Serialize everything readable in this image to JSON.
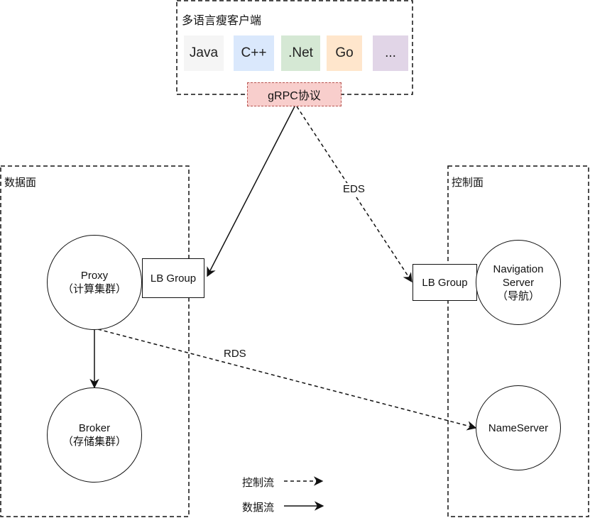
{
  "client_group": {
    "title": "多语言瘦客户端",
    "languages": [
      {
        "label": "Java",
        "color": "#f5f5f5"
      },
      {
        "label": "C++",
        "color": "#dae8fc"
      },
      {
        "label": ".Net",
        "color": "#d5e8d4"
      },
      {
        "label": "Go",
        "color": "#ffe6cc"
      },
      {
        "label": "...",
        "color": "#e1d5e7"
      }
    ],
    "protocol": "gRPC协议"
  },
  "data_plane": {
    "title": "数据面",
    "lb_group": "LB Group",
    "proxy": {
      "name": "Proxy",
      "subtitle": "（计算集群）"
    },
    "broker": {
      "name": "Broker",
      "subtitle": "（存储集群）"
    }
  },
  "control_plane": {
    "title": "控制面",
    "lb_group": "LB Group",
    "navigation": {
      "name1": "Navigation",
      "name2": "Server",
      "subtitle": "（导航）"
    },
    "nameserver": {
      "name": "NameServer"
    }
  },
  "edges": {
    "eds": "EDS",
    "rds": "RDS"
  },
  "legend": {
    "control_flow": "控制流",
    "data_flow": "数据流"
  }
}
